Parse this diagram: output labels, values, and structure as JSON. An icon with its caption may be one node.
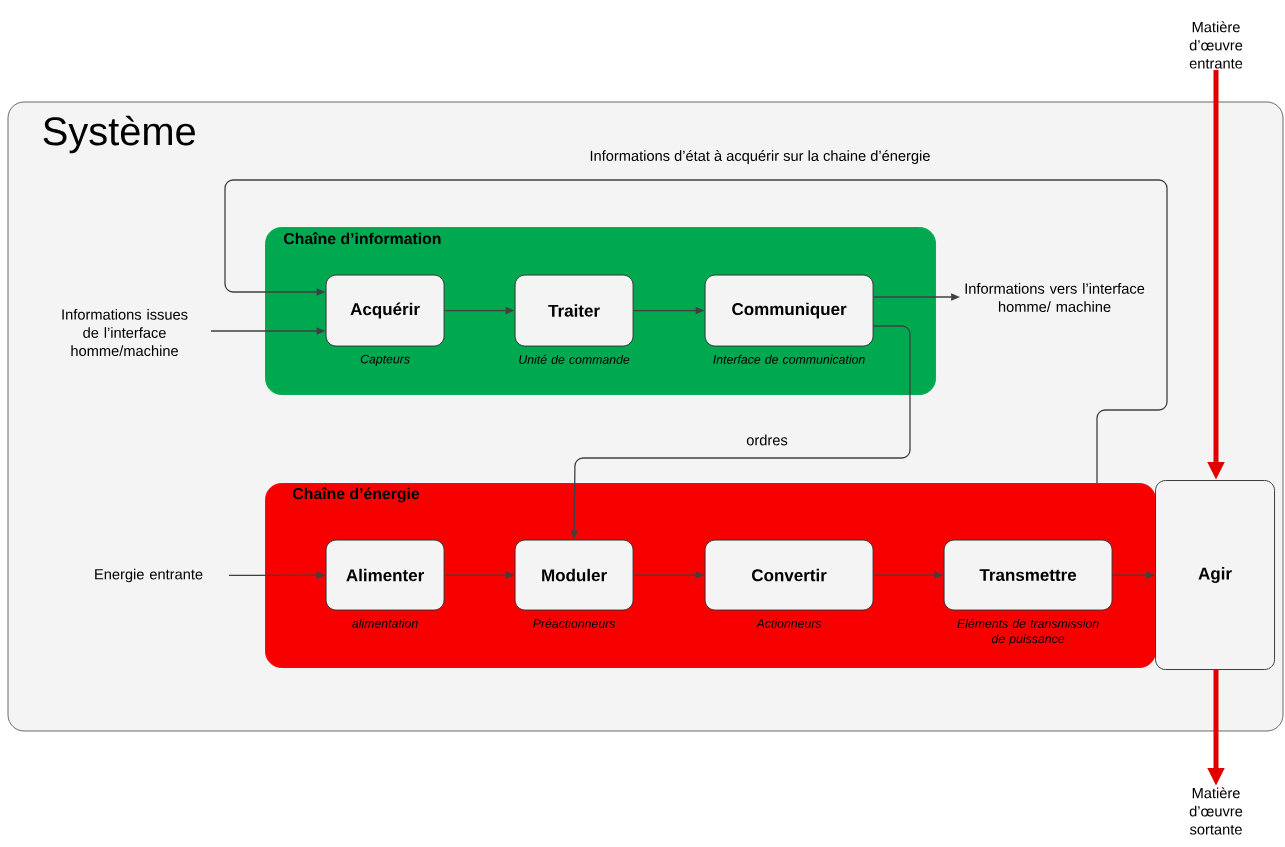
{
  "diagram": {
    "nodes": [
      {
        "text": [
          "Système"
        ]
      },
      {
        "text": [
          "Chaîne d’information"
        ],
        "in": 0
      },
      {
        "text": [
          "Acquérir"
        ],
        "in": 1,
        "beside": [
          "Capteurs"
        ]
      },
      {
        "text": [
          "Traiter"
        ],
        "in": 1,
        "beside": [
          "Unité de commande"
        ]
      },
      {
        "text": [
          "Communiquer"
        ],
        "in": 1,
        "beside": [
          "Interface de communication"
        ]
      },
      {
        "text": [
          "Chaîne d’énergie"
        ],
        "in": 0
      },
      {
        "text": [
          "Alimenter"
        ],
        "in": 5,
        "beside": [
          "alimentation"
        ]
      },
      {
        "text": [
          "Moduler"
        ],
        "in": 5,
        "beside": [
          "Préactionneurs"
        ]
      },
      {
        "text": [
          "Convertir"
        ],
        "in": 5,
        "beside": [
          "Actionneurs"
        ]
      },
      {
        "text": [
          "Transmettre"
        ],
        "in": 5,
        "beside": [
          "Eléments de transmission de puissance"
        ]
      },
      {
        "text": [
          "Agir"
        ],
        "in": 0
      },
      {
        "text": [
          "Informations issues de l’interface homme/machine"
        ],
        "in": 0
      },
      {
        "text": [
          "Informations vers l’interface homme/ machine"
        ],
        "in": 0
      },
      {
        "text": [
          "Energie entrante"
        ],
        "in": 0
      },
      {
        "text": [
          "Matière d’œuvre entrante"
        ]
      },
      {
        "text": [
          "Matière d’œuvre sortante"
        ]
      }
    ],
    "edges": [
      {
        "from": 11,
        "to": 2,
        "arrow": "to"
      },
      {
        "from": 2,
        "to": 3,
        "arrow": "to"
      },
      {
        "from": 3,
        "to": 4,
        "arrow": "to"
      },
      {
        "from": 4,
        "to": 12,
        "arrow": "to"
      },
      {
        "from": 4,
        "to": 7,
        "arrow": "to",
        "label": "ordres"
      },
      {
        "from": 5,
        "to": 2,
        "arrow": "to",
        "label": "Informations d’état à acquérir sur la chaine d’énergie"
      },
      {
        "from": 13,
        "to": 6,
        "arrow": "to"
      },
      {
        "from": 6,
        "to": 7,
        "arrow": "to"
      },
      {
        "from": 7,
        "to": 8,
        "arrow": "to"
      },
      {
        "from": 8,
        "to": 9,
        "arrow": "to"
      },
      {
        "from": 9,
        "to": 10,
        "arrow": "to"
      },
      {
        "from": 14,
        "to": 10,
        "arrow": "to",
        "style": "thick",
        "color": "#e00000"
      },
      {
        "from": 10,
        "to": 15,
        "arrow": "to",
        "style": "thick",
        "color": "#e00000"
      }
    ]
  }
}
